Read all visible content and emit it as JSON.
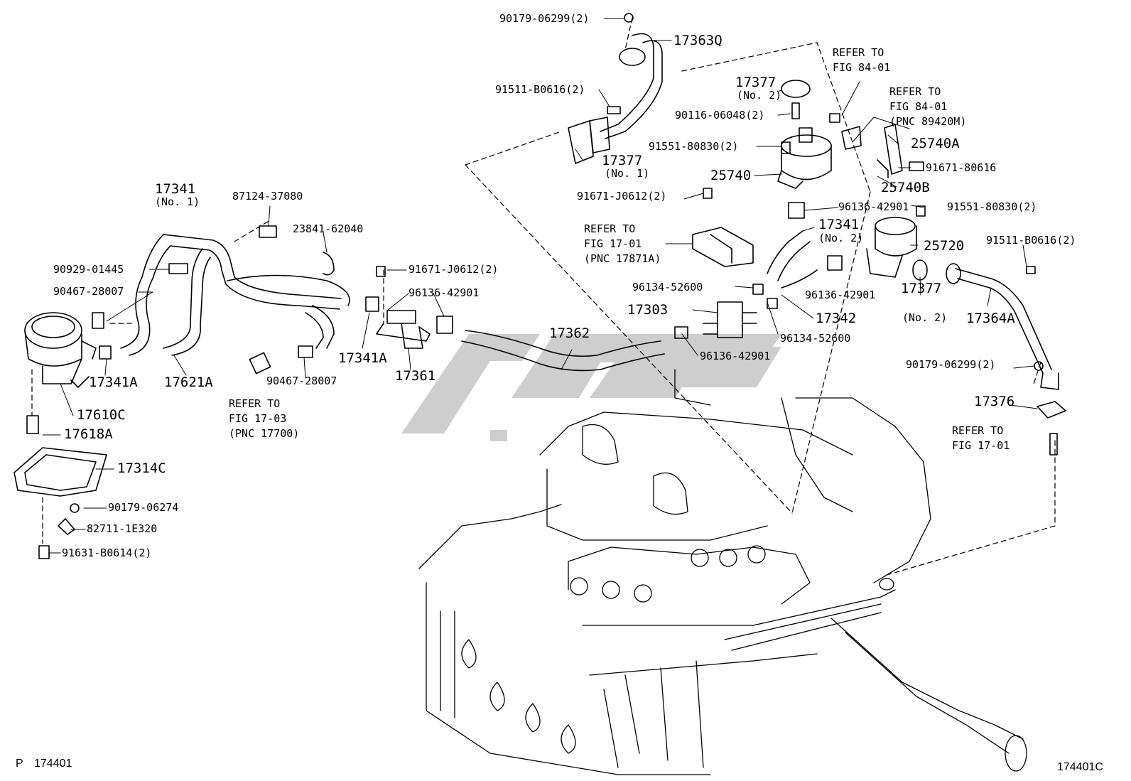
{
  "figure_id_left": "174401",
  "figure_id_right": "174401C",
  "corner_letter": "P",
  "watermark_color": "#c9c9c9",
  "parts": [
    {
      "id": "p01",
      "text": "90179-06299(2)"
    },
    {
      "id": "p02",
      "text": "17363Q"
    },
    {
      "id": "p03",
      "text": "REFER TO\nFIG 84-01"
    },
    {
      "id": "p04",
      "text": "17377"
    },
    {
      "id": "p05",
      "text": "(No. 2)"
    },
    {
      "id": "p06",
      "text": "REFER TO\nFIG 84-01\n(PNC 89420M)"
    },
    {
      "id": "p07",
      "text": "91511-B0616(2)"
    },
    {
      "id": "p08",
      "text": "90116-06048(2)"
    },
    {
      "id": "p09",
      "text": "91551-80830(2)"
    },
    {
      "id": "p10",
      "text": "25740A"
    },
    {
      "id": "p11",
      "text": "17377"
    },
    {
      "id": "p12",
      "text": "(No. 1)"
    },
    {
      "id": "p13",
      "text": "25740"
    },
    {
      "id": "p14",
      "text": "91671-80616"
    },
    {
      "id": "p15",
      "text": "25740B"
    },
    {
      "id": "p16",
      "text": "17341"
    },
    {
      "id": "p17",
      "text": "(No. 1)"
    },
    {
      "id": "p18",
      "text": "87124-37080"
    },
    {
      "id": "p19",
      "text": "91671-J0612(2)"
    },
    {
      "id": "p20",
      "text": "96136-42901"
    },
    {
      "id": "p21",
      "text": "91551-80830(2)"
    },
    {
      "id": "p22",
      "text": "23841-62040"
    },
    {
      "id": "p23",
      "text": "REFER TO\nFIG 17-01\n(PNC 17871A)"
    },
    {
      "id": "p24",
      "text": "17341"
    },
    {
      "id": "p25",
      "text": "(No. 2)"
    },
    {
      "id": "p26",
      "text": "25720"
    },
    {
      "id": "p27",
      "text": "91511-B0616(2)"
    },
    {
      "id": "p28",
      "text": "90929-01445"
    },
    {
      "id": "p29",
      "text": "91671-J0612(2)"
    },
    {
      "id": "p30",
      "text": "90467-28007"
    },
    {
      "id": "p31",
      "text": "96136-42901"
    },
    {
      "id": "p32",
      "text": "96134-52600"
    },
    {
      "id": "p33",
      "text": "96136-42901"
    },
    {
      "id": "p34",
      "text": "17377"
    },
    {
      "id": "p35",
      "text": "(No. 2)"
    },
    {
      "id": "p36",
      "text": "17364A"
    },
    {
      "id": "p37",
      "text": "17303"
    },
    {
      "id": "p38",
      "text": "17342"
    },
    {
      "id": "p39",
      "text": "17362"
    },
    {
      "id": "p40",
      "text": "17341A"
    },
    {
      "id": "p41",
      "text": "96134-52600"
    },
    {
      "id": "p42",
      "text": "17361"
    },
    {
      "id": "p43",
      "text": "96136-42901"
    },
    {
      "id": "p44",
      "text": "90179-06299(2)"
    },
    {
      "id": "p45",
      "text": "17341A"
    },
    {
      "id": "p46",
      "text": "17621A"
    },
    {
      "id": "p47",
      "text": "90467-28007"
    },
    {
      "id": "p48",
      "text": "17376"
    },
    {
      "id": "p49",
      "text": "17610C"
    },
    {
      "id": "p50",
      "text": "REFER TO\nFIG 17-03\n(PNC 17700)"
    },
    {
      "id": "p51",
      "text": "REFER TO\nFIG 17-01"
    },
    {
      "id": "p52",
      "text": "17618A"
    },
    {
      "id": "p53",
      "text": "17314C"
    },
    {
      "id": "p54",
      "text": "90179-06274"
    },
    {
      "id": "p55",
      "text": "82711-1E320"
    },
    {
      "id": "p56",
      "text": "91631-B0614(2)"
    }
  ]
}
